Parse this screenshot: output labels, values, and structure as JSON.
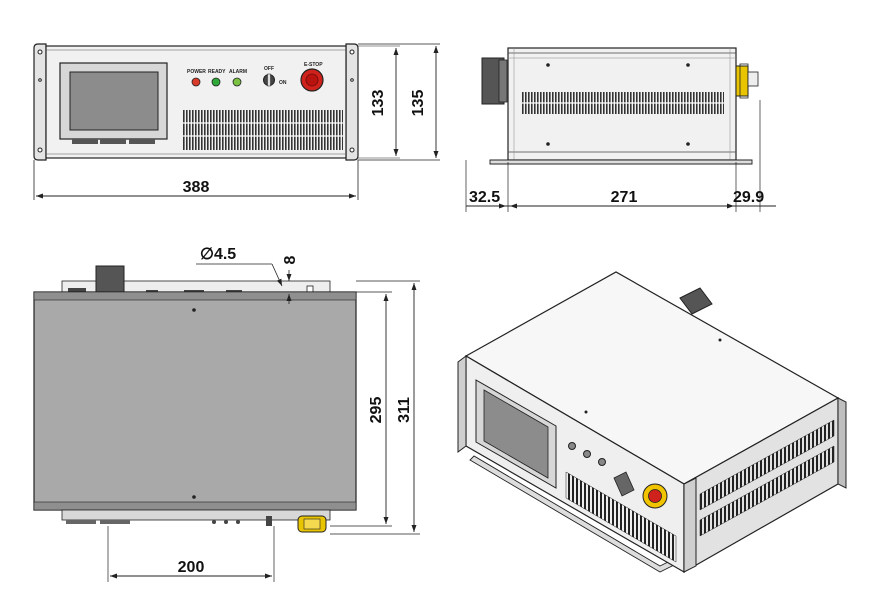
{
  "dimensions": {
    "front_width": "388",
    "front_height_inner": "133",
    "front_height_outer": "135",
    "side_left_offset": "32.5",
    "side_depth": "271",
    "side_right_offset": "29.9",
    "hole_diameter": "∅4.5",
    "hole_offset": "8",
    "top_depth_inner": "295",
    "top_depth_outer": "311",
    "mount_spacing": "200"
  },
  "panel_labels": {
    "power": "POWER",
    "ready": "READY",
    "alarm": "ALARM",
    "off": "OFF",
    "on": "ON",
    "estop": "E-STOP"
  },
  "colors": {
    "line": "#222222",
    "panel_fill": "#eeeeee",
    "top_fill": "#a9a9a9",
    "screen_fill": "#8c8c8c",
    "led_power": "#d93b2b",
    "led_ready": "#2fa83a",
    "led_alarm": "#7cc242",
    "estop_red": "#d0221c",
    "estop_yellow": "#f2c400"
  }
}
